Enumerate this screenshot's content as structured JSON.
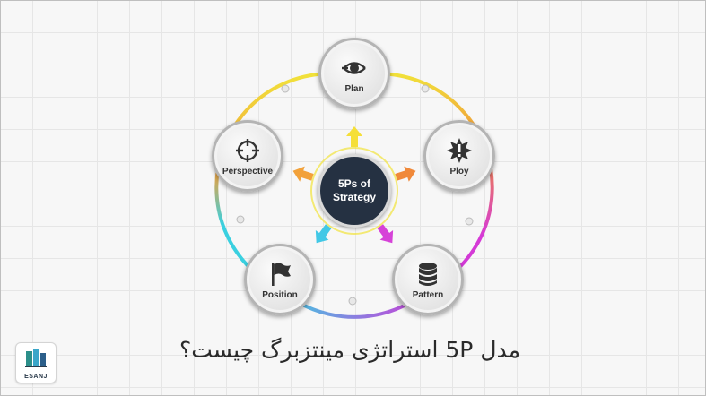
{
  "diagram": {
    "center_label": "5Ps of\nStrategy",
    "nodes": [
      {
        "label": "Plan",
        "icon": "eye-target-icon"
      },
      {
        "label": "Ploy",
        "icon": "alert-burst-icon"
      },
      {
        "label": "Pattern",
        "icon": "database-icon"
      },
      {
        "label": "Position",
        "icon": "flag-icon"
      },
      {
        "label": "Perspective",
        "icon": "crosshair-icon"
      }
    ],
    "colors": {
      "hub": "#253142",
      "arc_yellow": "#f1e23a",
      "arc_orange": "#f08a3b",
      "arc_magenta": "#cf3ad6",
      "arc_cyan": "#3ad0e0",
      "arrow_up": "#f5df38",
      "arrow_right": "#f0893a",
      "arrow_down_right": "#d642d8",
      "arrow_down_left": "#42c8e6",
      "arrow_left": "#f2a13a"
    }
  },
  "caption": "مدل 5P استراتژی مینتزبرگ چیست؟",
  "logo": {
    "text": "ESANJ",
    "icon": "esanj-logo-icon"
  }
}
